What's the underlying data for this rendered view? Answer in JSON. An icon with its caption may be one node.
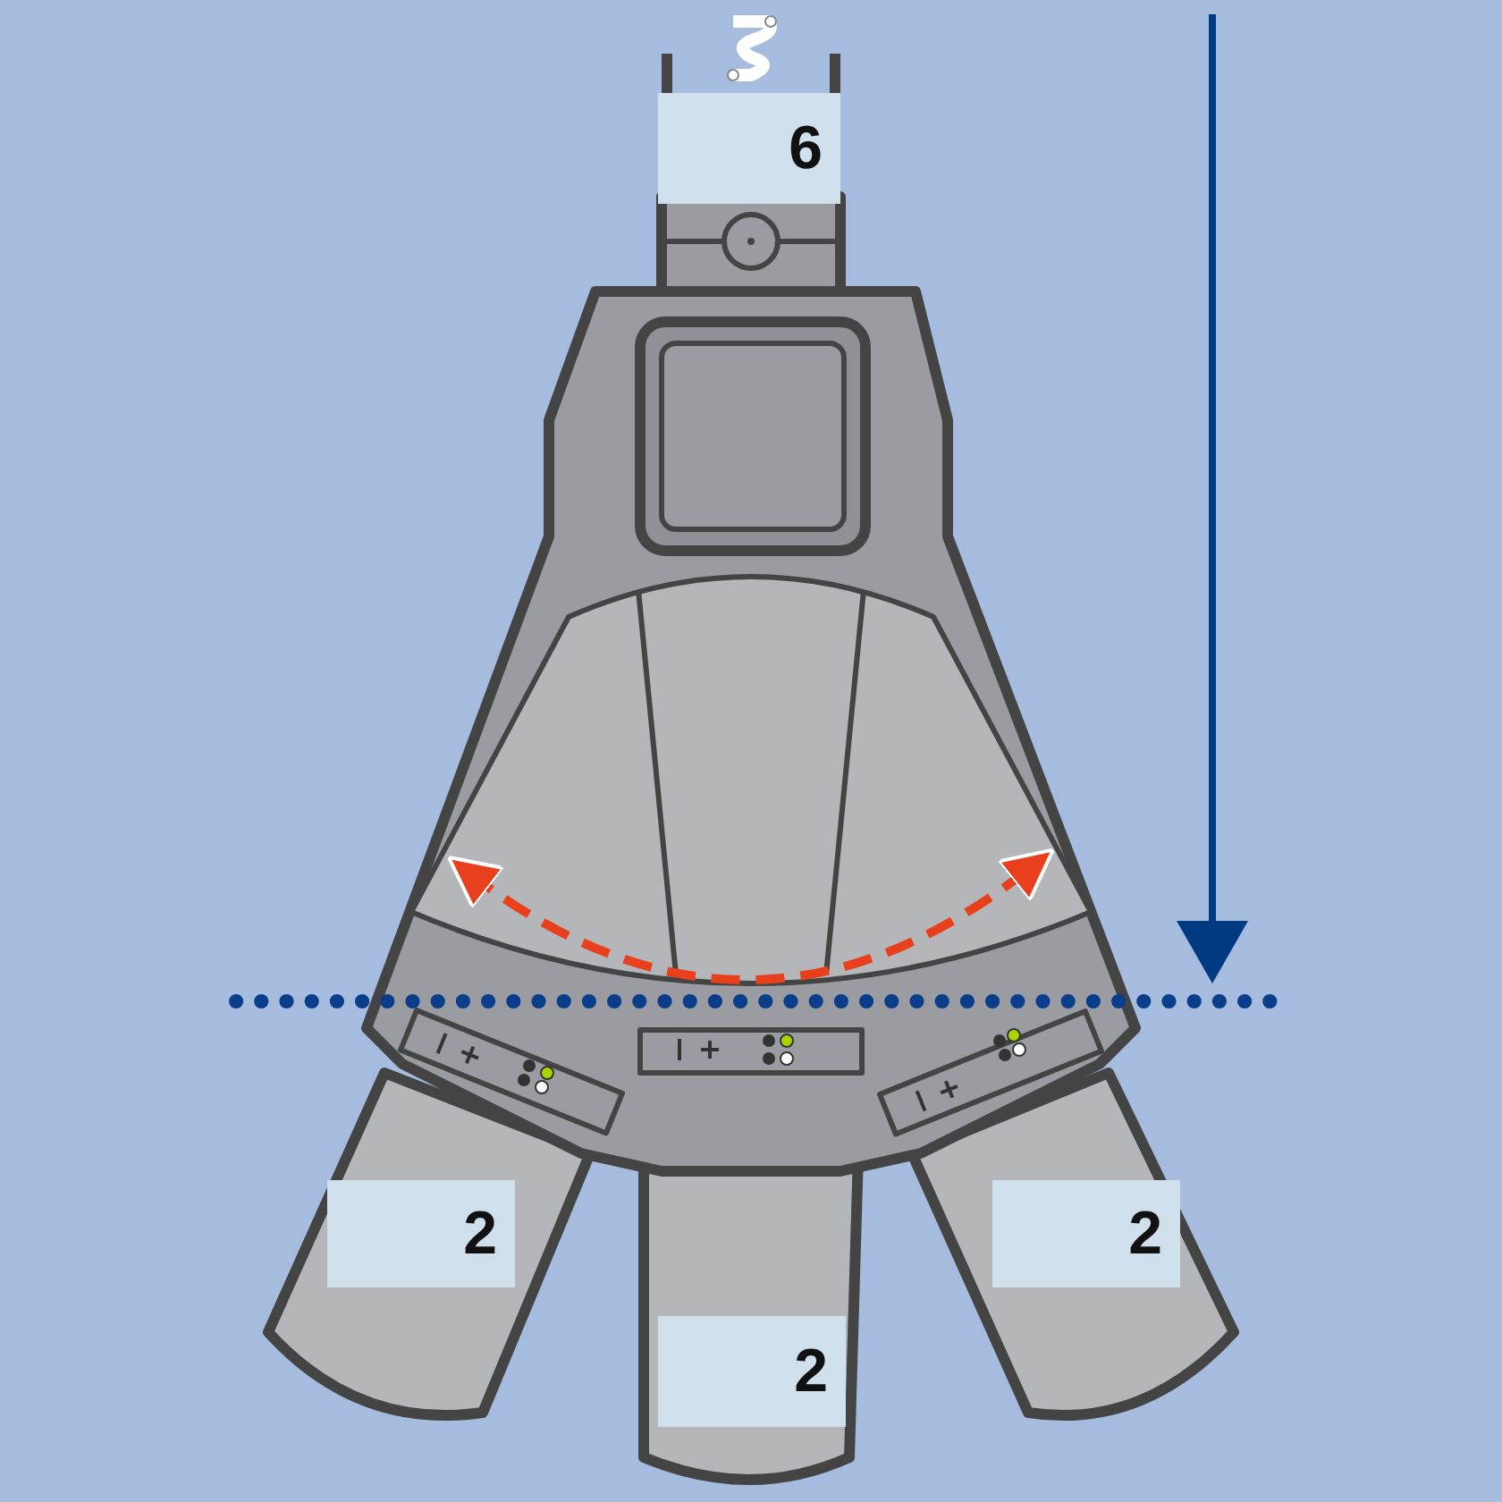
{
  "diagram": {
    "nodes": [
      {
        "text": [
          "6"
        ]
      },
      {
        "text": [
          "2"
        ]
      },
      {
        "text": [
          "2"
        ]
      },
      {
        "text": [
          "2"
        ]
      }
    ]
  }
}
